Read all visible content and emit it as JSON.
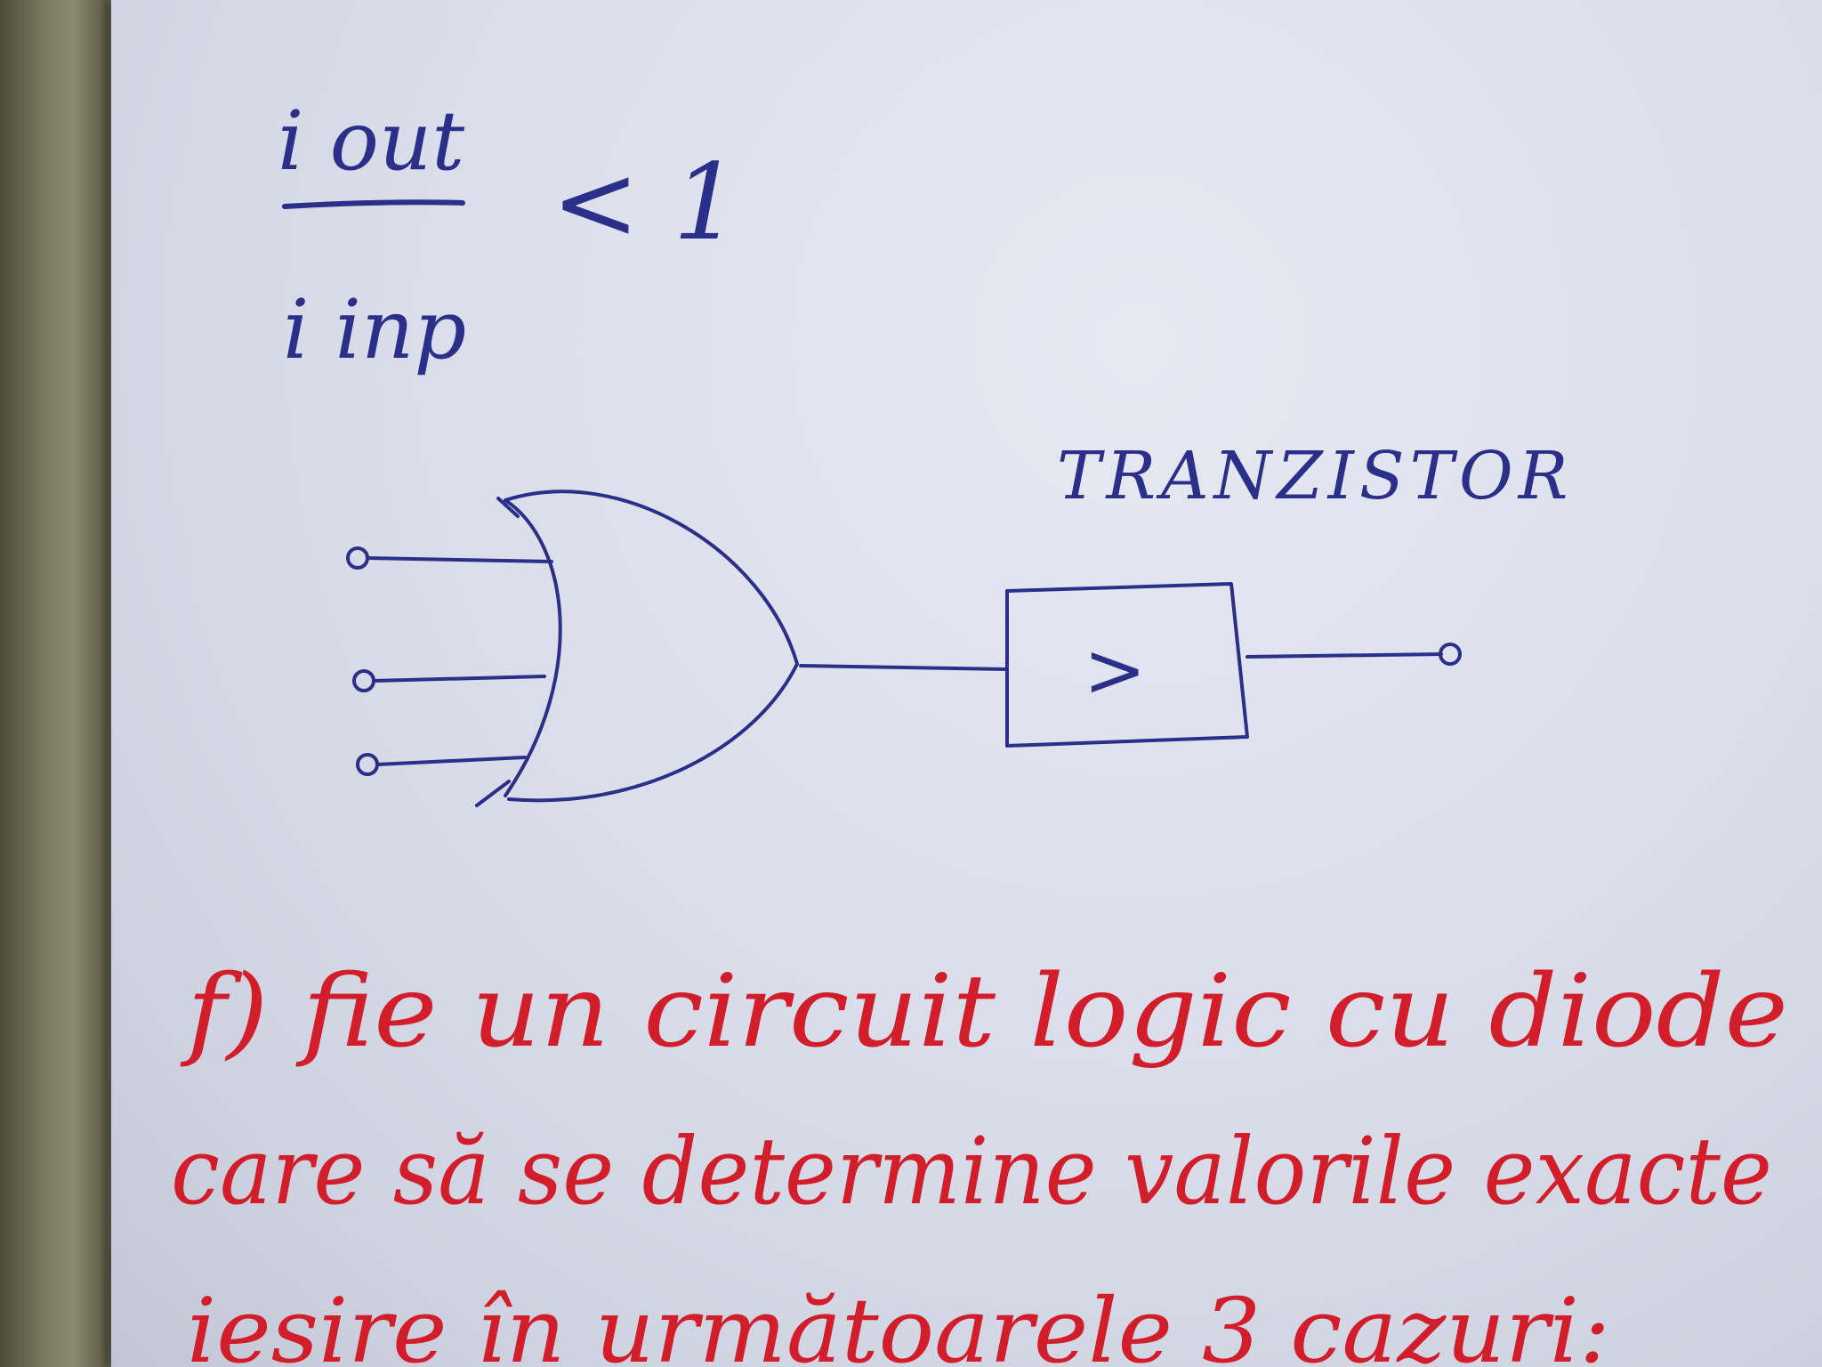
{
  "formula": {
    "numerator": "i out",
    "denominator": "i inp",
    "relation": "< 1"
  },
  "diagram": {
    "gate_label": "TRANZISTOR",
    "amplifier_symbol": ">"
  },
  "note": {
    "line1": "f) fie un circuit logic cu diode",
    "line2": "care să se determine valorile exacte",
    "line3": "ieșire în următoarele 3 cazuri:"
  },
  "colors": {
    "blue_ink": "#2a2f8a",
    "red_ink": "#d21d2a",
    "paper": "#dcdfeb"
  }
}
